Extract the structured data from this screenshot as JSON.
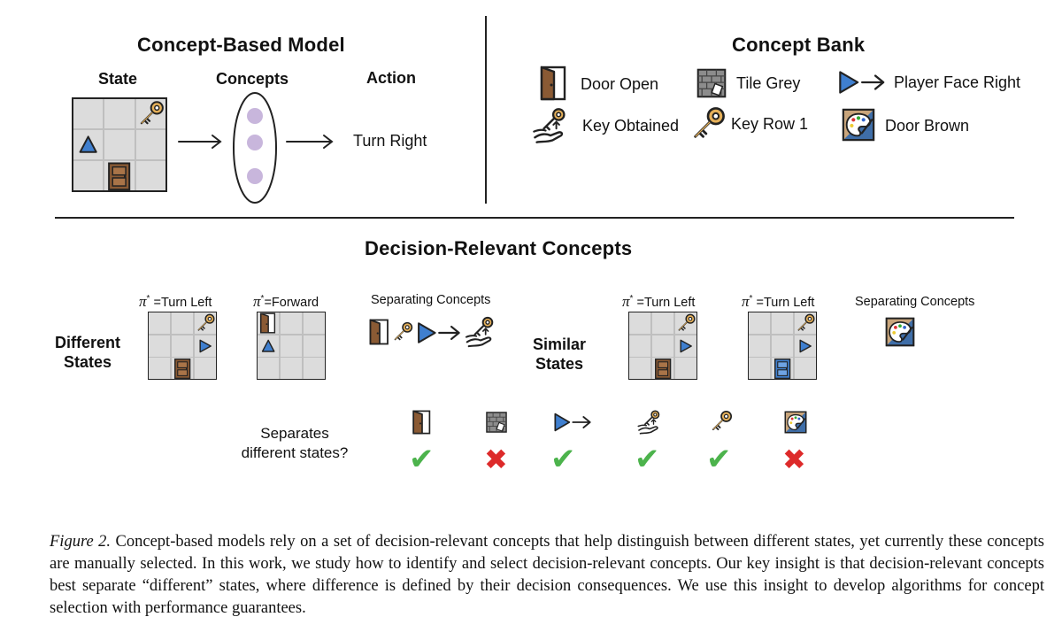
{
  "top_left": {
    "title": "Concept-Based Model",
    "state_label": "State",
    "concepts_label": "Concepts",
    "action_label": "Action",
    "action_value": "Turn Right"
  },
  "concept_bank": {
    "title": "Concept Bank",
    "items": [
      {
        "label": "Door Open",
        "icon": "door-open-icon"
      },
      {
        "label": "Tile Grey",
        "icon": "brick-wall-icon"
      },
      {
        "label": "Player Face Right",
        "icon": "triangle-arrow-right-icon"
      },
      {
        "label": "Key Obtained",
        "icon": "hand-key-icon"
      },
      {
        "label": "Key Row 1",
        "icon": "key-icon"
      },
      {
        "label": "Door Brown",
        "icon": "paint-palette-icon"
      }
    ]
  },
  "bottom": {
    "title": "Decision-Relevant Concepts",
    "different_states": "Different States",
    "similar_states": "Similar States",
    "pi_symbol": "π",
    "pi_star": "*",
    "pi_eq": "=",
    "policies": [
      "Turn Left",
      "Forward",
      "Turn Left",
      "Turn Left"
    ],
    "separating_concepts_label": "Separating Concepts",
    "question": "Separates different states?",
    "results": [
      {
        "icon": "door-open-icon",
        "mark": "✔",
        "ok": true
      },
      {
        "icon": "brick-wall-icon",
        "mark": "✖",
        "ok": false
      },
      {
        "icon": "triangle-arrow-right-icon",
        "mark": "✔",
        "ok": true
      },
      {
        "icon": "hand-key-icon",
        "mark": "✔",
        "ok": true
      },
      {
        "icon": "key-icon",
        "mark": "✔",
        "ok": true
      },
      {
        "icon": "paint-palette-icon",
        "mark": "✖",
        "ok": false
      }
    ]
  },
  "caption": {
    "label": "Figure 2.",
    "text": " Concept-based models rely on a set of decision-relevant concepts that help distinguish between different states, yet currently these concepts are manually selected. In this work, we study how to identify and select decision-relevant concepts. Our key insight is that decision-relevant concepts best separate “different” states, where difference is defined by their decision consequences. We use this insight to develop algorithms for concept selection with performance guarantees."
  },
  "colors": {
    "tile": "#dcdcdc",
    "grid_line": "#bfbfbf",
    "player": "#3f7fcf",
    "door_brown": "#8a5a34",
    "door_blue": "#3f7fcf",
    "key": "#e0a84a",
    "concept_dot": "#c8b6dc",
    "check": "#4cb34c",
    "cross": "#dd2a2a"
  }
}
